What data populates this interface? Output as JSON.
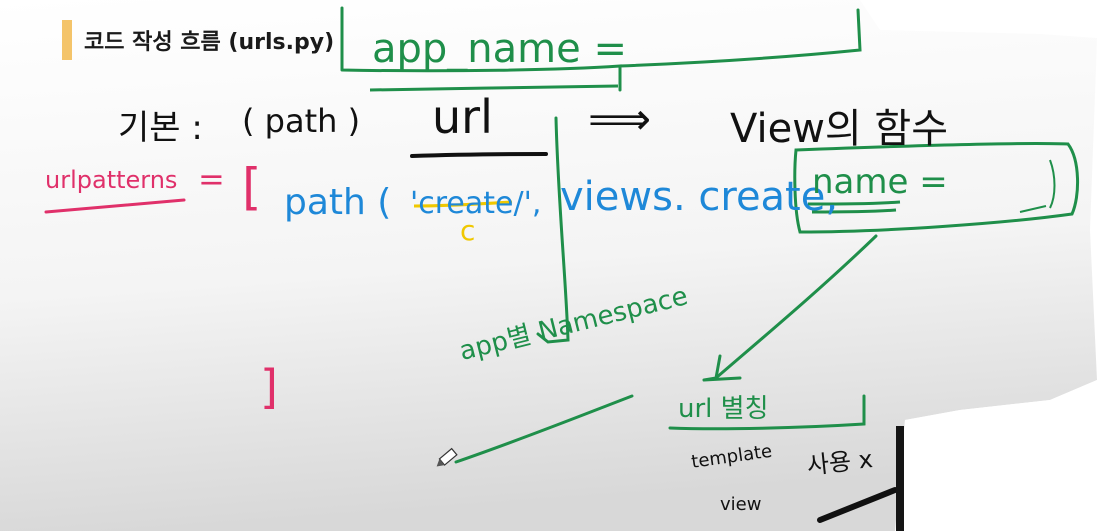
{
  "header": {
    "title": "코드 작성 흐름 (urls.py)",
    "accent_color": "#f4c46a"
  },
  "notes": {
    "basic_label": "기본 :",
    "path_paren": "( path )",
    "url_word": "url",
    "arrow": "⟹",
    "view_function": "View의 함수",
    "urlpatterns": "urlpatterns",
    "equals_pink": "=",
    "bracket_open": "[",
    "bracket_close": "]",
    "path_call": "path (",
    "create_string": "'create/',",
    "c_correction": "c",
    "views_create": "views. create,",
    "name_eq": "name =",
    "app_name": "app_name =",
    "app_namespace": "app별 Namespace",
    "url_alias": "url 별칭",
    "template_word": "template",
    "view_word": "view",
    "used_word": "사용 x"
  },
  "colors": {
    "ink_black": "#111111",
    "ink_pink": "#e0306a",
    "ink_blue": "#1e88d8",
    "ink_green": "#1f8f4a",
    "ink_yellow": "#f0c800",
    "paper_gray": "#e9e9e9"
  },
  "icons": {
    "cursor": "pencil-cursor-icon"
  }
}
